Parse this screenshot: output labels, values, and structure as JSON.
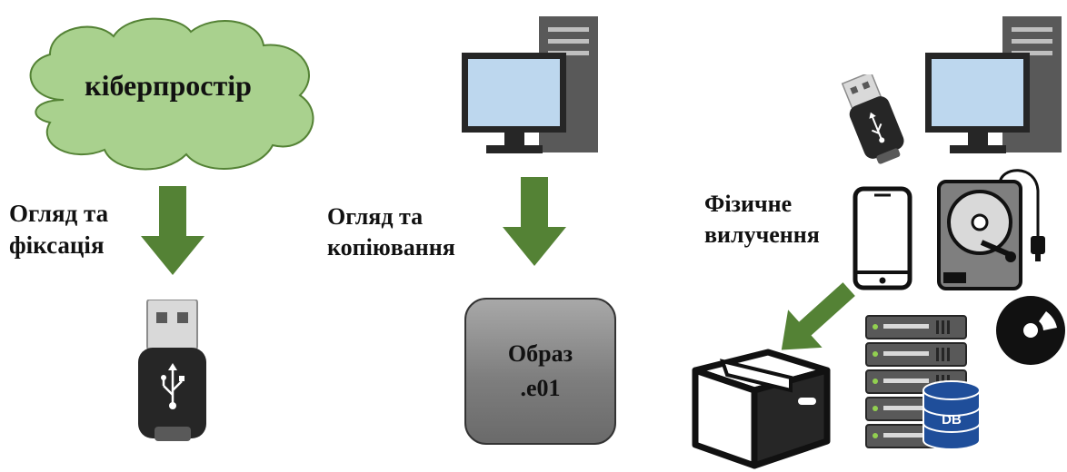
{
  "steps": [
    {
      "label_lines": [
        "Огляд та",
        "фіксація"
      ],
      "source_text": "кіберпростір"
    },
    {
      "label_lines": [
        "Огляд та",
        "копіювання"
      ],
      "result_lines": [
        "Образ",
        ".e01"
      ]
    },
    {
      "label_lines": [
        "Фізичне",
        "вилучення"
      ],
      "db_text": "DB"
    }
  ],
  "colors": {
    "arrow": "#548235",
    "cloud_fill": "#a9d18e",
    "cloud_stroke": "#548235",
    "device_dark": "#262626",
    "screen_blue": "#bdd7ee",
    "tower_gray": "#595959"
  }
}
